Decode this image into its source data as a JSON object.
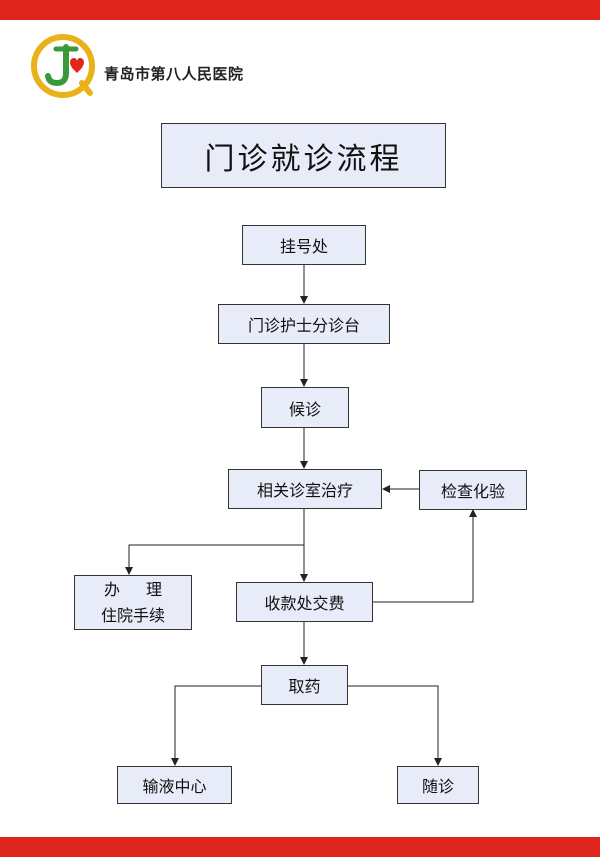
{
  "header": {
    "hospital_name": "青岛市第八人民医院"
  },
  "title": "门诊就诊流程",
  "steps": {
    "registration": "挂号处",
    "nurse_triage": "门诊护士分诊台",
    "waiting": "候诊",
    "treatment": "相关诊室治疗",
    "lab_tests": "检查化验",
    "admission_line1": "办理",
    "admission_line2": "住院手续",
    "payment": "收款处交费",
    "pharmacy": "取药",
    "infusion_center": "输液中心",
    "follow_up": "随诊"
  },
  "colors": {
    "accent": "#e0261c",
    "box_fill": "#e8ecf8",
    "box_border": "#333333"
  }
}
